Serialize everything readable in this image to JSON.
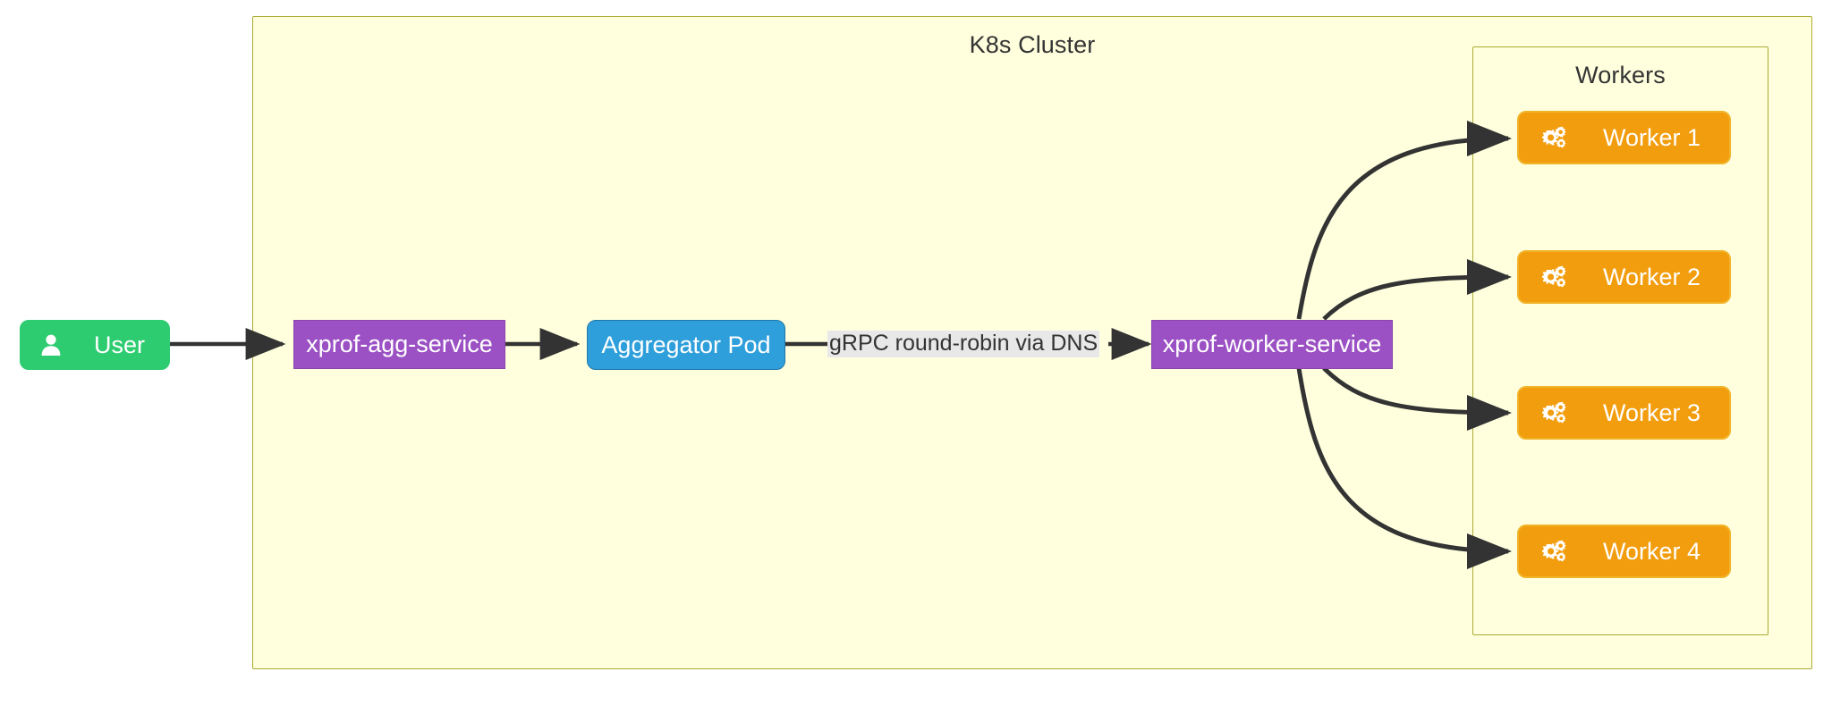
{
  "diagram": {
    "type": "flowchart",
    "direction": "left-to-right",
    "background": "#ffffff",
    "clusters": [
      {
        "id": "k8s",
        "label": "K8s Cluster",
        "fill": "#ffffde",
        "stroke": "#aaaa33"
      },
      {
        "id": "workers",
        "label": "Workers",
        "fill": "#ffffde",
        "stroke": "#aaaa33"
      }
    ],
    "nodes": {
      "user": {
        "label": "User",
        "icon": "user-icon",
        "fill": "#2ecc71",
        "shape": "rounded"
      },
      "agg_service": {
        "label": "xprof-agg-service",
        "fill": "#9b51c4",
        "shape": "rect"
      },
      "aggregator_pod": {
        "label": "Aggregator Pod",
        "fill": "#2e9fdb",
        "shape": "rounded"
      },
      "worker_service": {
        "label": "xprof-worker-service",
        "fill": "#9b51c4",
        "shape": "rect"
      },
      "worker1": {
        "label": "Worker 1",
        "icon": "cogs-icon",
        "fill": "#f29d0e",
        "shape": "rounded"
      },
      "worker2": {
        "label": "Worker 2",
        "icon": "cogs-icon",
        "fill": "#f29d0e",
        "shape": "rounded"
      },
      "worker3": {
        "label": "Worker 3",
        "icon": "cogs-icon",
        "fill": "#f29d0e",
        "shape": "rounded"
      },
      "worker4": {
        "label": "Worker 4",
        "icon": "cogs-icon",
        "fill": "#f29d0e",
        "shape": "rounded"
      }
    },
    "edges": [
      {
        "from": "user",
        "to": "agg_service",
        "label": "",
        "style": "solid-arrow"
      },
      {
        "from": "agg_service",
        "to": "aggregator_pod",
        "label": "",
        "style": "solid-arrow"
      },
      {
        "from": "aggregator_pod",
        "to": "worker_service",
        "label": "gRPC round-robin via DNS",
        "style": "solid-arrow"
      },
      {
        "from": "worker_service",
        "to": "worker1",
        "label": "",
        "style": "solid-arrow-curved"
      },
      {
        "from": "worker_service",
        "to": "worker2",
        "label": "",
        "style": "solid-arrow-curved"
      },
      {
        "from": "worker_service",
        "to": "worker3",
        "label": "",
        "style": "solid-arrow-curved"
      },
      {
        "from": "worker_service",
        "to": "worker4",
        "label": "",
        "style": "solid-arrow-curved"
      }
    ],
    "edge_color": "#333333"
  }
}
